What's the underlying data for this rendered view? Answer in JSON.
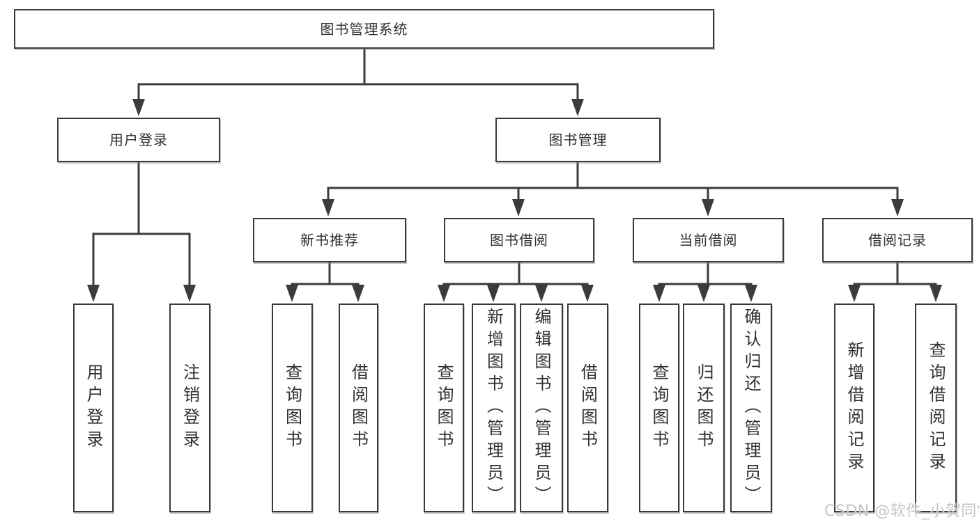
{
  "diagram": {
    "root": {
      "label": "图书管理系统"
    },
    "level2": [
      {
        "label": "用户登录"
      },
      {
        "label": "图书管理"
      }
    ],
    "level3": [
      {
        "label": "新书推荐"
      },
      {
        "label": "图书借阅"
      },
      {
        "label": "当前借阅"
      },
      {
        "label": "借阅记录"
      }
    ],
    "leaves": {
      "user_login": [
        {
          "label": "用户登录"
        },
        {
          "label": "注销登录"
        }
      ],
      "new_book_recommend": [
        {
          "label": "查询图书"
        },
        {
          "label": "借阅图书"
        }
      ],
      "book_borrow": [
        {
          "label": "查询图书"
        },
        {
          "label": "新增图书（管理员）"
        },
        {
          "label": "编辑图书（管理员）"
        },
        {
          "label": "借阅图书"
        }
      ],
      "current_borrow": [
        {
          "label": "查询图书"
        },
        {
          "label": "归还图书"
        },
        {
          "label": "确认归还（管理员）"
        }
      ],
      "borrow_records": [
        {
          "label": "新增借阅记录"
        },
        {
          "label": "查询借阅记录"
        }
      ]
    },
    "colors": {
      "line": "#3b3b3b",
      "box_border": "#3a3a3a",
      "text": "#303030",
      "background": "#ffffff",
      "watermark": "#c6c6c6"
    }
  },
  "watermark": {
    "text": "CSDN @软件_小贺同学"
  }
}
